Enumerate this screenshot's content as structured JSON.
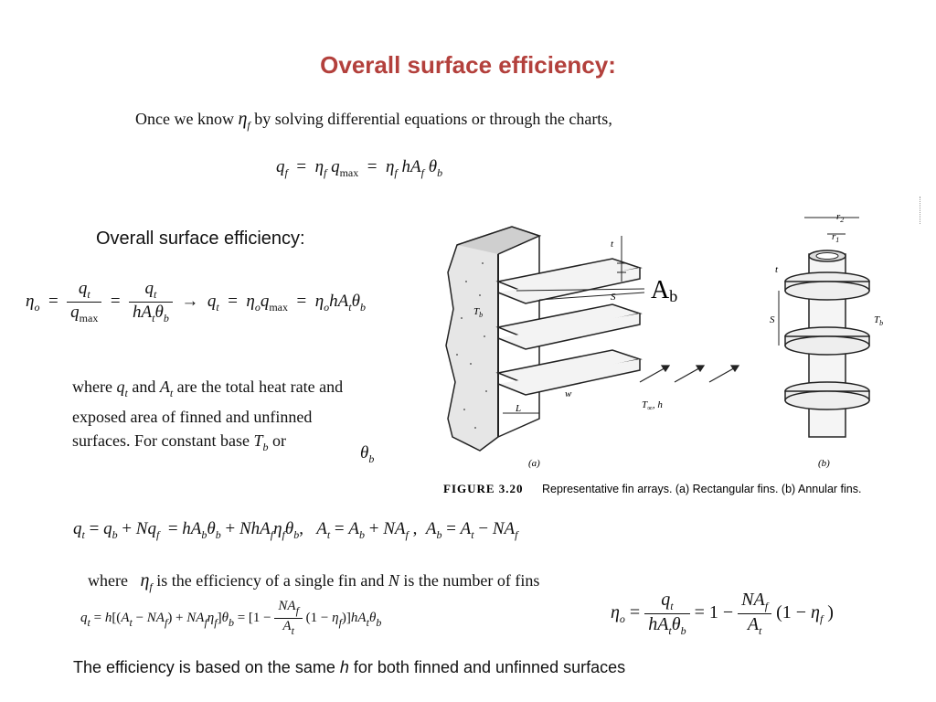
{
  "slide": {
    "title": "Overall surface efficiency:",
    "intro": {
      "prefix": "Once we know",
      "symbol": "η",
      "sub": "f",
      "suffix": "by solving differential equations or through the charts,"
    },
    "eq_qf": "q_f = η_f q_max = η_f h A_f θ_b",
    "section_label": "Overall surface efficiency:",
    "eq_eta_o": "η_o = q_t / q_max = q_t / (h A_t θ_b)  →  q_t = η_o q_max = η_o h A_t θ_b",
    "where_text": {
      "p1": "where",
      "qt": "q",
      "qt_sub": "t",
      "p2": "and",
      "At": "A",
      "At_sub": "t",
      "p3": "are the total heat rate and",
      "line2": "exposed area of finned and unfinned",
      "line3a": "surfaces. For constant base",
      "Tb": "T",
      "Tb_sub": "b",
      "or": "or",
      "theta": "θ",
      "theta_sub": "b"
    },
    "eq_qt": "q_t = q_b + N q_f = h A_b θ_b + N h A_f η_f θ_b,  A_t = A_b + N A_f,  A_b = A_t − N A_f",
    "where2": {
      "p1": "where",
      "symbol": "η",
      "sub": "f",
      "p2": "is the efficiency of a single fin and",
      "N": "N",
      "p3": "is the number of fins"
    },
    "eq_long": "q_t = h[(A_t − N A_f) + N A_f η_f] θ_b = [1 − (N A_f / A_t)(1 − η_f)] h A_t θ_b",
    "eq_final": "η_o = q_t / (h A_t θ_b) = 1 − (N A_f / A_t)(1 − η_f)",
    "bottom": {
      "p1": "The efficiency is based on the same",
      "h": "h",
      "p2": "for both finned and unfinned surfaces"
    }
  },
  "figure": {
    "caption_label": "FIGURE 3.20",
    "caption_text": "Representative fin arrays. (a) Rectangular fins. (b) Annular fins.",
    "label_a": "(a)",
    "label_b": "(b)",
    "annot_Ab": "A",
    "annot_Ab_sub": "b",
    "label_t": "t",
    "label_S": "S",
    "label_Tb": "T",
    "label_Tb_sub": "b",
    "label_L": "L",
    "label_w": "w",
    "label_Tinf": "T",
    "label_Tinf_sub": "∞",
    "label_h": ", h",
    "label_r1": "r",
    "label_r1_sub": "1",
    "label_r2": "r",
    "label_r2_sub": "2",
    "label_t2": "t",
    "label_S2": "S",
    "label_Tb2": "T",
    "label_Tb2_sub": "b"
  }
}
